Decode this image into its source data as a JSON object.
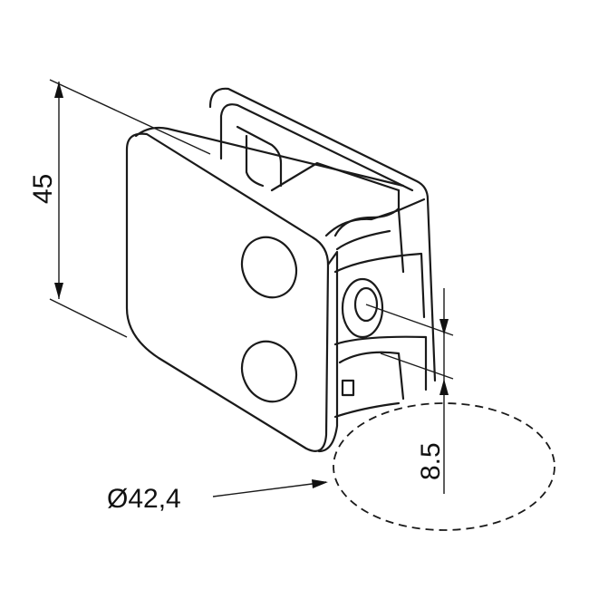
{
  "dimensions": {
    "height": "45",
    "offset": "8.5",
    "diameter": "Ø42,4"
  }
}
